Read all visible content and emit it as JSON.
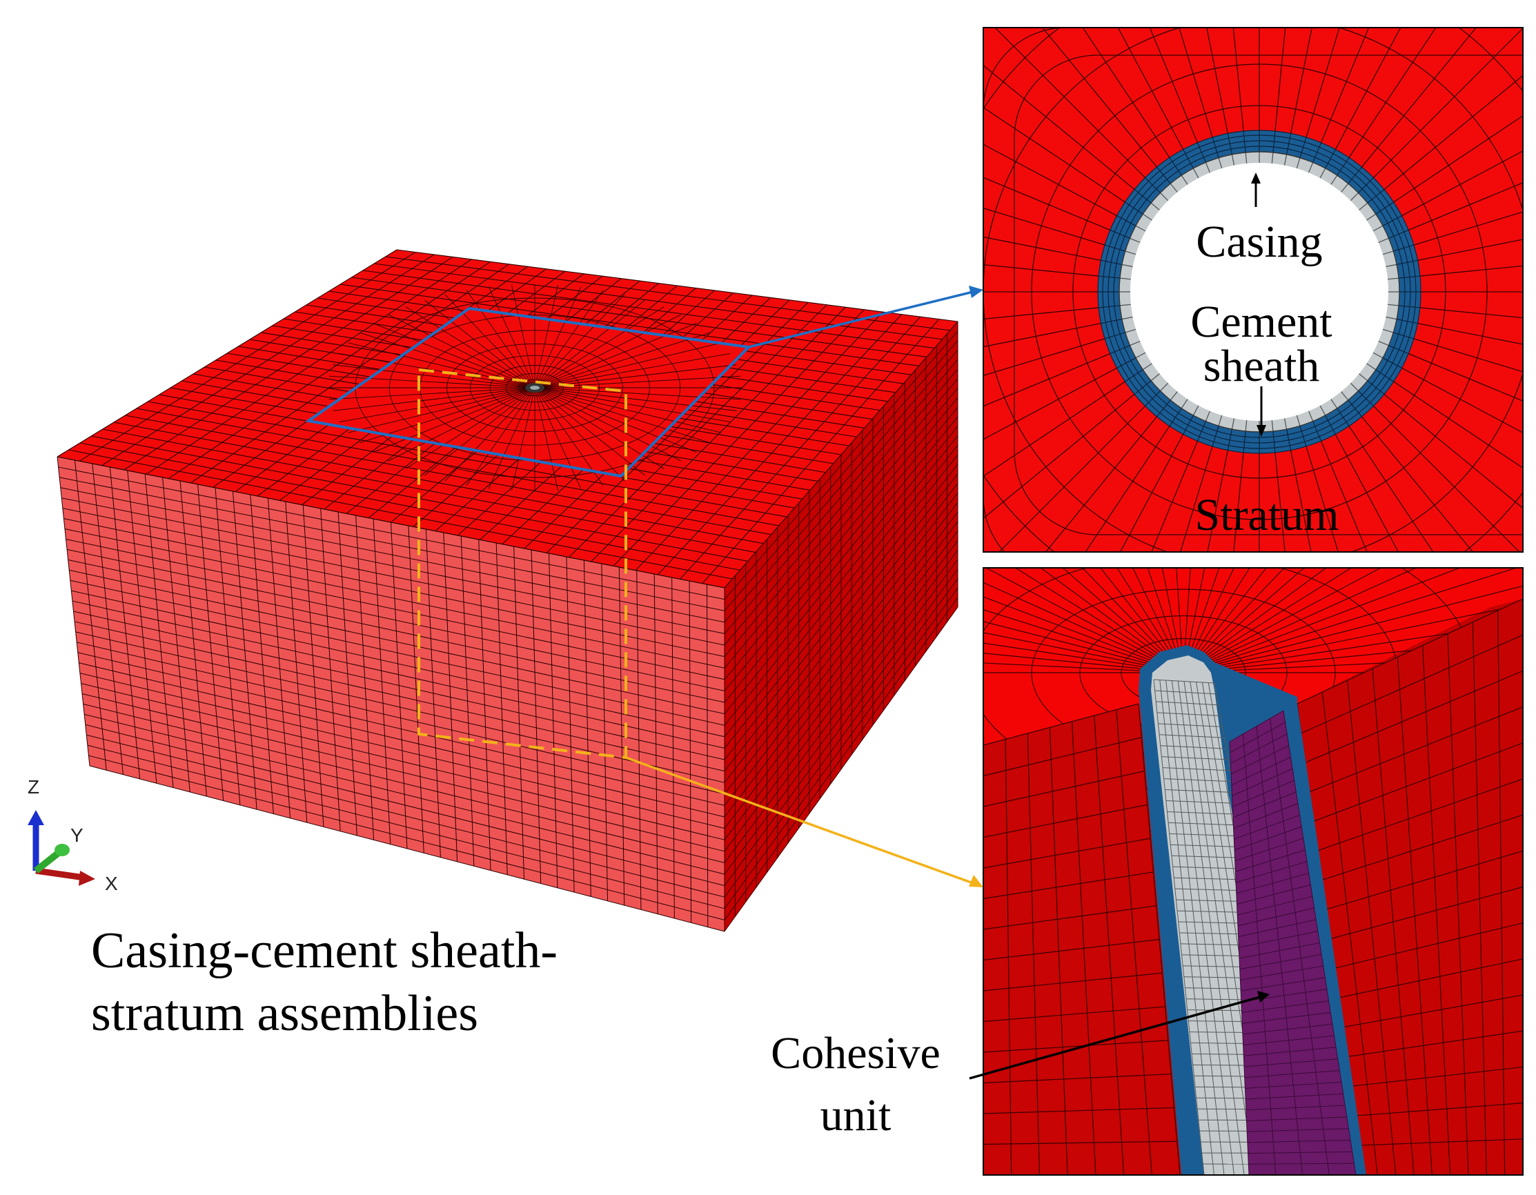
{
  "main_caption": {
    "line1": "Casing-cement sheath-",
    "line2": "stratum assemblies"
  },
  "top_inset_labels": {
    "casing": "Casing",
    "cement_line1": "Cement",
    "cement_line2": "sheath",
    "stratum": "Stratum"
  },
  "bottom_inset_labels": {
    "cohesive_line1": "Cohesive",
    "cohesive_line2": "unit"
  },
  "axes_triad": {
    "z": "Z",
    "y": "Y",
    "x": "X"
  },
  "colors": {
    "stratum_top": "#f20a0a",
    "stratum_front": "#ef5454",
    "stratum_side": "#c40000",
    "cement": "#1a5d94",
    "casing": "#c5cbcc",
    "cohesive": "#6a1a68",
    "blue_frame": "#1f6fc4",
    "yellow_frame": "#f3b21a",
    "mesh_line": "#2a0000"
  }
}
